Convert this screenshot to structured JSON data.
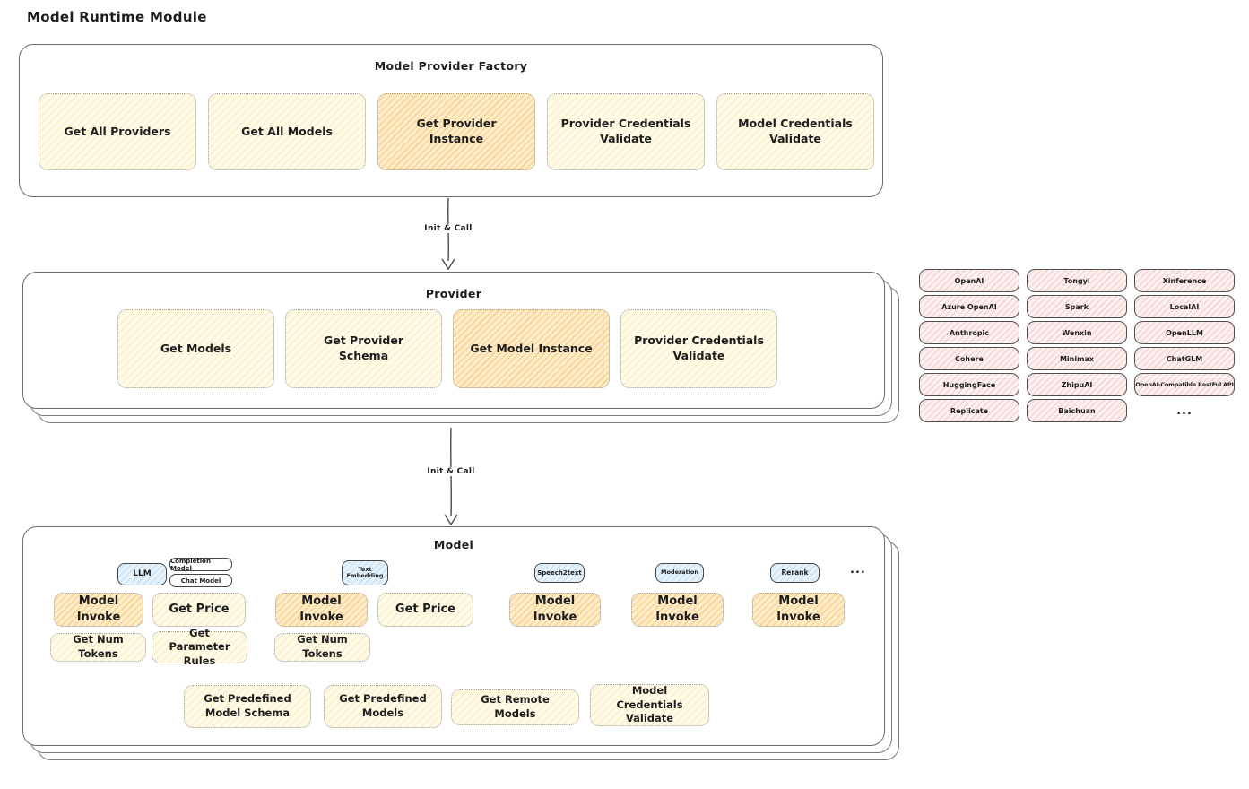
{
  "page_title": "Model Runtime Module",
  "factory": {
    "title": "Model Provider Factory",
    "items": [
      {
        "label": "Get All Providers",
        "highlight": false
      },
      {
        "label": "Get All Models",
        "highlight": false
      },
      {
        "label": "Get Provider Instance",
        "highlight": true
      },
      {
        "label": "Provider Credentials Validate",
        "highlight": false
      },
      {
        "label": "Model Credentials Validate",
        "highlight": false
      }
    ]
  },
  "arrows": {
    "factory_to_provider": "Init & Call",
    "provider_to_model": "Init & Call"
  },
  "provider": {
    "title": "Provider",
    "items": [
      {
        "label": "Get Models",
        "highlight": false
      },
      {
        "label": "Get Provider Schema",
        "highlight": false
      },
      {
        "label": "Get Model Instance",
        "highlight": true
      },
      {
        "label": "Provider Credentials Validate",
        "highlight": false
      }
    ]
  },
  "vendors": {
    "items": [
      "OpenAI",
      "Tongyi",
      "Xinference",
      "Azure OpenAI",
      "Spark",
      "LocalAI",
      "Anthropic",
      "Wenxin",
      "OpenLLM",
      "Cohere",
      "Minimax",
      "ChatGLM",
      "HuggingFace",
      "ZhipuAI",
      "OpenAI-Compatible RestFul API",
      "Replicate",
      "Baichuan"
    ],
    "more": "..."
  },
  "model": {
    "title": "Model",
    "types": [
      "LLM",
      "Completion Model",
      "Chat Model",
      "Text Embedding",
      "Speech2text",
      "Moderation",
      "Rerank"
    ],
    "more": "...",
    "ops": {
      "model_invoke": "Model Invoke",
      "get_price": "Get Price",
      "get_num_tokens": "Get Num Tokens",
      "get_parameter_rules": "Get Parameter Rules",
      "get_predefined_model_schema": "Get Predefined Model Schema",
      "get_predefined_models": "Get Predefined Models",
      "get_remote_models": "Get Remote Models",
      "model_credentials_validate": "Model Credentials Validate"
    }
  },
  "colors": {
    "yellow_fill": "#fffbe8",
    "orange_fill": "#ffeccb",
    "pink_fill": "#fdf0f0",
    "blue_fill": "#e7f3fc",
    "panel_border": "#6a6a6a",
    "text": "#1d1d1d"
  }
}
